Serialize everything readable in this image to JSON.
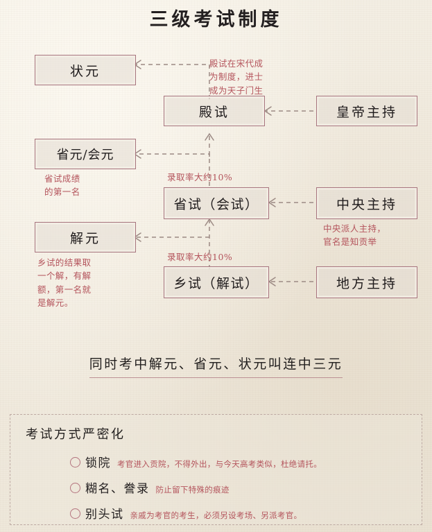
{
  "page": {
    "title": "三级考试制度",
    "accent_color": "#a7747e",
    "annotation_color": "#b4545c",
    "background_color": "#f2ede2",
    "ink_color": "#221e1f"
  },
  "flow": {
    "result_nodes": [
      {
        "label": "状元",
        "note": null
      },
      {
        "label": "省元/会元",
        "note": "省试成绩\n的第一名"
      },
      {
        "label": "解元",
        "note": "乡试的结果取\n一个解，有解\n额，第一名就\n是解元。"
      }
    ],
    "exam_nodes": [
      {
        "label": "殿试"
      },
      {
        "label": "省试（会试）"
      },
      {
        "label": "乡试（解试）"
      }
    ],
    "host_nodes": [
      {
        "label": "皇帝主持",
        "note": null
      },
      {
        "label": "中央主持",
        "note": "中央派人主持，\n官名是知贡举"
      },
      {
        "label": "地方主持",
        "note": null
      }
    ],
    "top_annotation": "殿试在宋代成\n为制度，进士\n成为天子门生",
    "rate_labels": [
      "录取率大约10%",
      "录取率大约10%"
    ]
  },
  "tagline": "同时考中解元、省元、状元叫连中三元",
  "panel": {
    "title": "考试方式严密化",
    "items": [
      {
        "term": "锁院",
        "desc": "考官进入贡院，不得外出，与今天高考类似，杜绝请托。"
      },
      {
        "term": "糊名、誊录",
        "desc": "防止留下特殊的痕迹"
      },
      {
        "term": "别头试",
        "desc": "亲戚为考官的考生，必须另设考场、另派考官。"
      }
    ]
  }
}
